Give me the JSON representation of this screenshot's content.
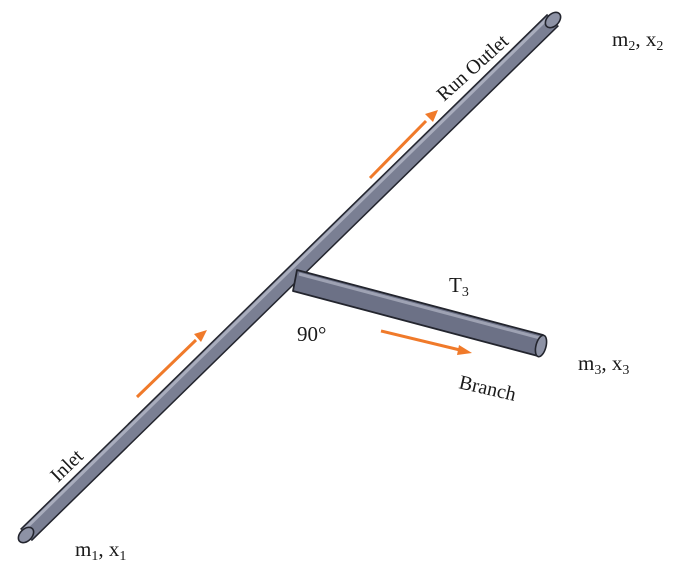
{
  "labels": {
    "run_outlet": "Run Outlet",
    "inlet": "Inlet",
    "branch": "Branch",
    "angle": "90°",
    "temp": {
      "base": "T",
      "sub": "3"
    },
    "outlet_state": {
      "m": "m",
      "m_sub": "2",
      "sep": ", ",
      "x": "x",
      "x_sub": "2"
    },
    "inlet_state": {
      "m": "m",
      "m_sub": "1",
      "sep": ", ",
      "x": "x",
      "x_sub": "1"
    },
    "branch_state": {
      "m": "m",
      "m_sub": "3",
      "sep": ", ",
      "x": "x",
      "x_sub": "3"
    }
  },
  "colors": {
    "pipe_body": "#7a7f93",
    "pipe_edge": "#23252e",
    "pipe_highlight": "#a9adbd",
    "arrow": "#f07a2a"
  }
}
